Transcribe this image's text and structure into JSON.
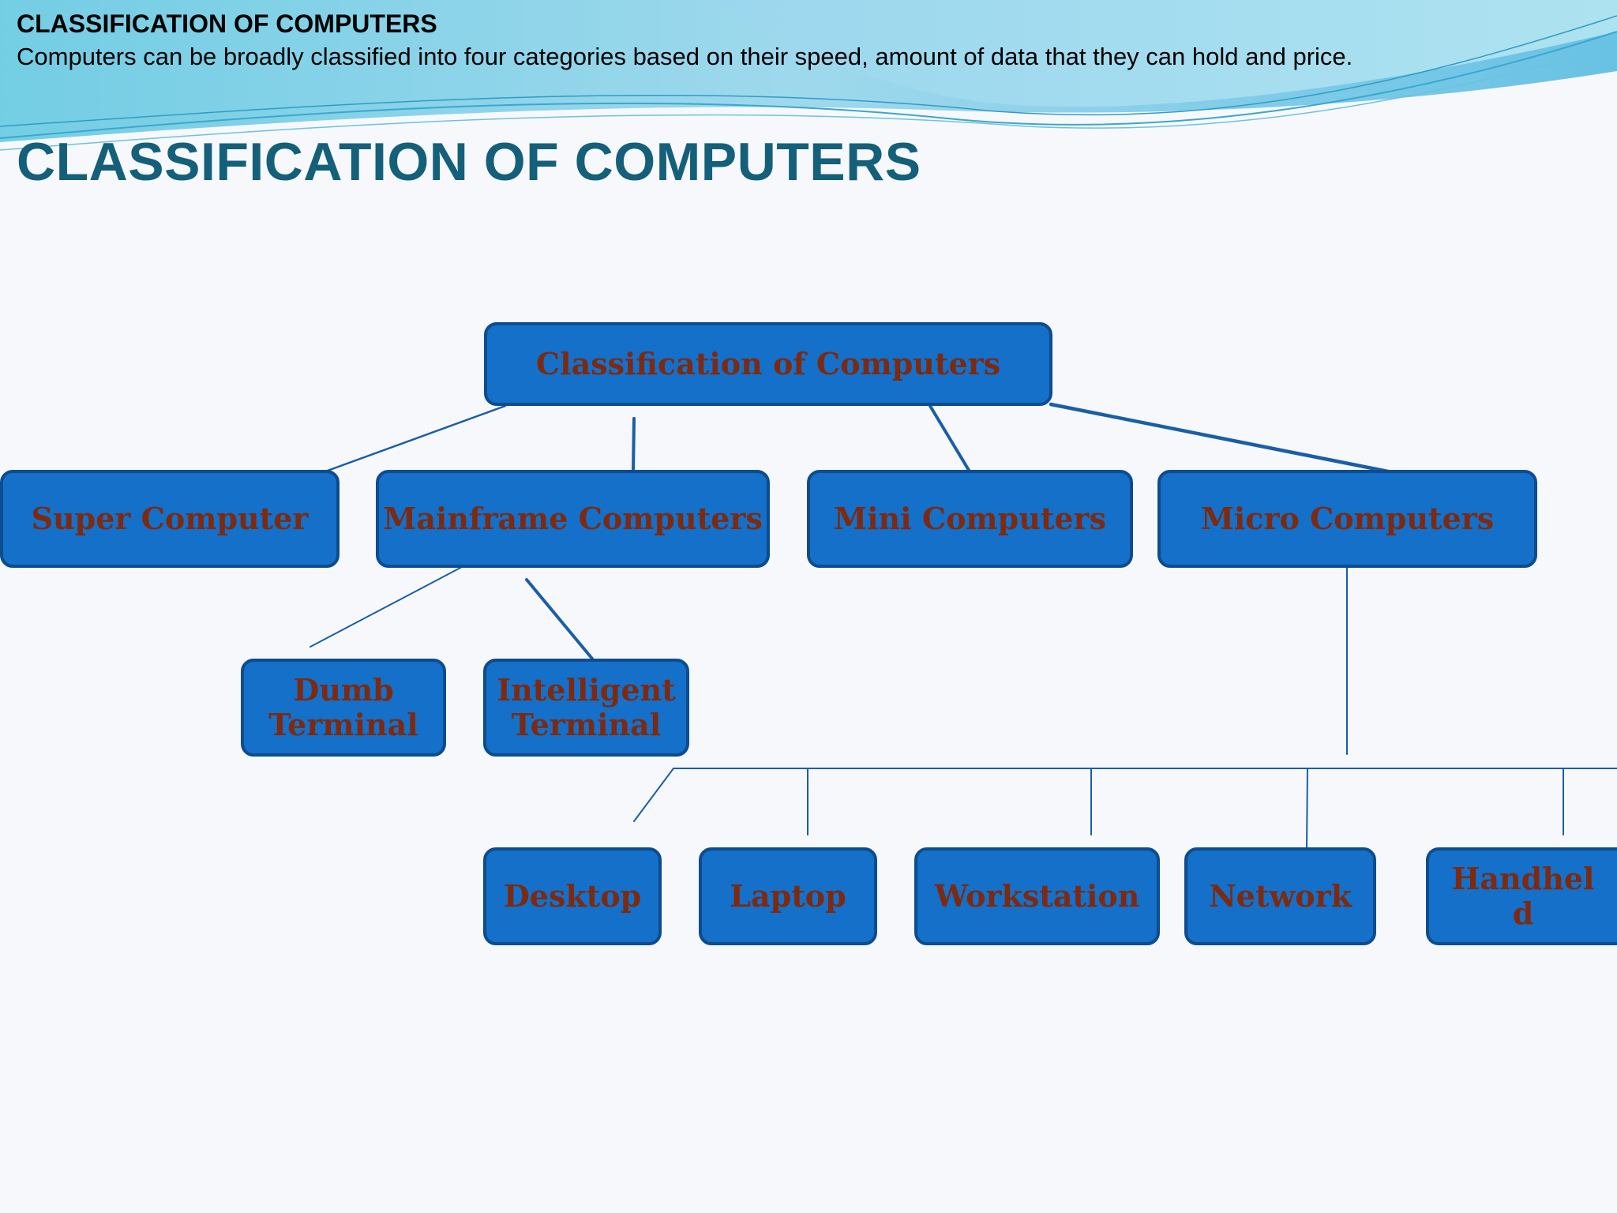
{
  "header": {
    "title": "CLASSIFICATION OF COMPUTERS",
    "description": "Computers can be broadly classified into four categories based on their speed, amount of data that they can hold and price."
  },
  "slide": {
    "title": "CLASSIFICATION OF COMPUTERS"
  },
  "diagram": {
    "root": "Classification of Computers",
    "categories": {
      "super": "Super Computer",
      "mainframe": "Mainframe Computers",
      "mini": "Mini Computers",
      "micro": "Micro Computers"
    },
    "mainframe_children": {
      "dumb_line1": "Dumb",
      "dumb_line2": "Terminal",
      "intelligent_line1": "Intelligent",
      "intelligent_line2": "Terminal"
    },
    "micro_children": {
      "desktop": "Desktop",
      "laptop": "Laptop",
      "workstation": "Workstation",
      "network": "Network",
      "handheld_line1": "Handhel",
      "handheld_line2": "d"
    }
  },
  "colors": {
    "node_fill": "#1470c8",
    "node_border": "#0d4c8e",
    "node_text": "#7e2a10",
    "title": "#14607a",
    "connector": "#1a5ea8"
  }
}
